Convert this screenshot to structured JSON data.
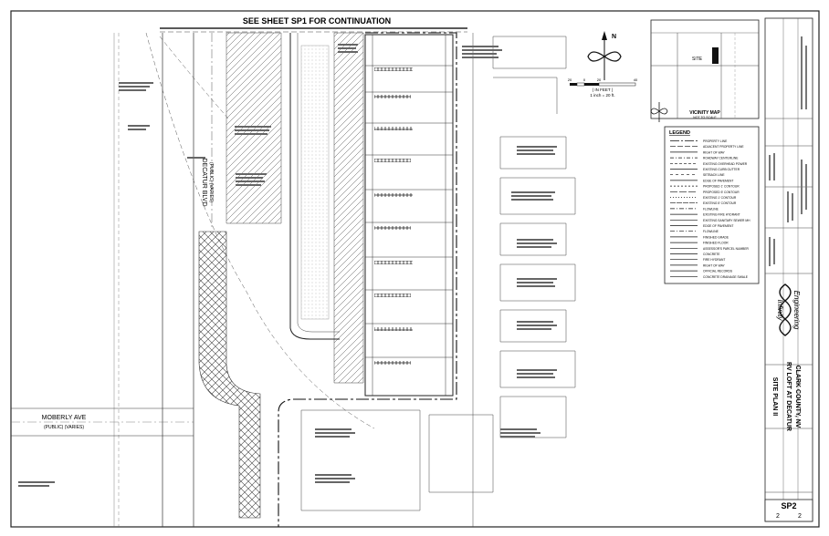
{
  "sheet": {
    "continuation_note": "SEE SHEET SP1 FOR CONTINUATION",
    "sheet_title": "SITE PLAN II",
    "project_name": "RV LOFT AT DECATUR",
    "project_location": "CLARK COUNTY, NV",
    "sheet_number": "SP2",
    "sheet_of_left": "2",
    "sheet_of_right": "2"
  },
  "streets": {
    "decatur_name": "DECATUR BLVD",
    "decatur_type": "(PUBLIC) (VARIES)",
    "moberly_name": "MOBERLY AVE",
    "moberly_type": "(PUBLIC) (VARIES)"
  },
  "north_arrow": {
    "letter": "N"
  },
  "scale": {
    "ticks": [
      "20",
      "0",
      "20",
      "40"
    ],
    "label": "( IN FEET )",
    "equiv": "1 inch = 20 ft."
  },
  "vicinity_map": {
    "title": "VICINITY MAP",
    "subtitle": "NOT TO SCALE",
    "site_label": "SITE"
  },
  "legend": {
    "title": "LEGEND",
    "items": [
      "PROPERTY LINE",
      "ADJACENT PROPERTY LINE",
      "RIGHT OF WAY",
      "ROADWAY CENTERLINE",
      "EXISTING OVERHEAD POWER",
      "EXISTING CURB GUTTER",
      "SETBACK LINE",
      "EDGE OF PAVEMENT",
      "PROPOSED 1' CONTOUR",
      "PROPOSED 5' CONTOUR",
      "EXISTING 1' CONTOUR",
      "EXISTING 5' CONTOUR",
      "FLOWLINE",
      "EXISTING FIRE HYDRANT",
      "EXISTING SANITARY SEWER MH",
      "EDGE OF PAVEMENT",
      "FLOWLINE",
      "FINISHED GRADE",
      "FINISHED FLOOR",
      "ASSESSOR'S PARCEL NUMBER",
      "CONCRETE",
      "FIRE HYDRANT",
      "RIGHT OF WAY",
      "OFFICIAL RECORDS",
      "CONCRETE DRAINAGE SWALE"
    ]
  },
  "company": {
    "logo_top": "Infinity",
    "logo_bottom": "Engineering"
  }
}
